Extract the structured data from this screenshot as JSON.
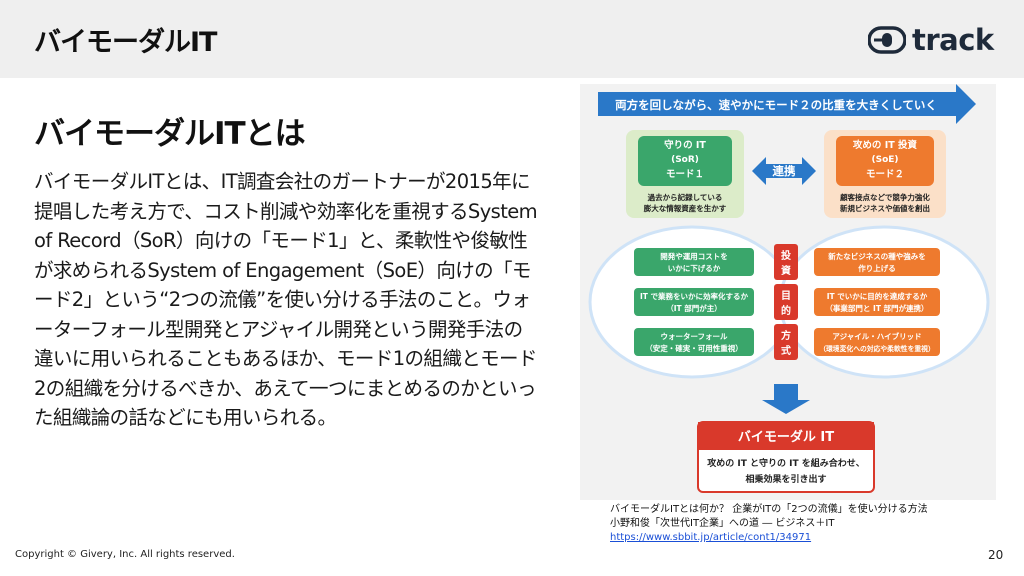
{
  "header": {
    "title": "バイモーダルIT",
    "logo_text": "track"
  },
  "main": {
    "section_title": "バイモーダルITとは",
    "body": "バイモーダルITとは、IT調査会社のガートナーが2015年に提唱した考え方で、コスト削減や効率化を重視するSystem of Record（SoR）向けの「モード1」と、柔軟性や俊敏性が求められるSystem of Engagement（SoE）向けの「モード2」という“2つの流儀”を使い分ける手法のこと。ウォーターフォール型開発とアジャイル開発という開発手法の違いに用いられることもあるほか、モード1の組織とモード2の組織を分けるべきか、あえて一つにまとめるのかといった組織論の話などにも用いられる。"
  },
  "diagram": {
    "top_arrow": "両方を回しながら、速やかにモード２の比重を大きくしていく",
    "left_box": {
      "line1": "守りの IT",
      "line2": "(SoR)",
      "line3": "モード１",
      "desc1": "過去から記録している",
      "desc2": "膨大な情報資産を生かす"
    },
    "right_box": {
      "line1": "攻めの IT 投資",
      "line2": "(SoE)",
      "line3": "モード２",
      "desc1": "顧客接点などで競争力強化",
      "desc2": "新規ビジネスや価値を創出"
    },
    "link_label": "連携",
    "rows": [
      {
        "left1": "開発や運用コストを",
        "left2": "いかに下げるか",
        "mid1": "投",
        "mid2": "資",
        "right1": "新たなビジネスの種や強みを",
        "right2": "作り上げる"
      },
      {
        "left1": "IT で業務をいかに効率化するか",
        "left2": "（IT 部門が主）",
        "mid1": "目",
        "mid2": "的",
        "right1": "IT でいかに目的を達成するか",
        "right2": "（事業部門と IT 部門が連携）"
      },
      {
        "left1": "ウォーターフォール",
        "left2": "（安定・確実・可用性重視）",
        "mid1": "方",
        "mid2": "式",
        "right1": "アジャイル・ハイブリッド",
        "right2": "（環境変化への対応や柔軟性を重視）"
      }
    ],
    "bottom_title": "バイモーダル IT",
    "bottom_desc1": "攻めの IT と守りの IT を組み合わせ、",
    "bottom_desc2": "相乗効果を引き出す"
  },
  "caption": {
    "line1": "バイモーダルITとは何か？ 企業がITの「2つの流儀」を使い分ける方法",
    "line2": "小野和俊「次世代IT企業」への道 ― ビジネス＋IT",
    "link": "https://www.sbbit.jp/article/cont1/34971"
  },
  "footer": {
    "copyright": "Copyright © Givery, Inc. All rights reserved.",
    "page": "20"
  },
  "colors": {
    "arrow_blue": "#2a78c8",
    "mode1_green": "#3aa66b",
    "mode2_orange": "#ee7a2e",
    "accent_red": "#d9392b"
  }
}
